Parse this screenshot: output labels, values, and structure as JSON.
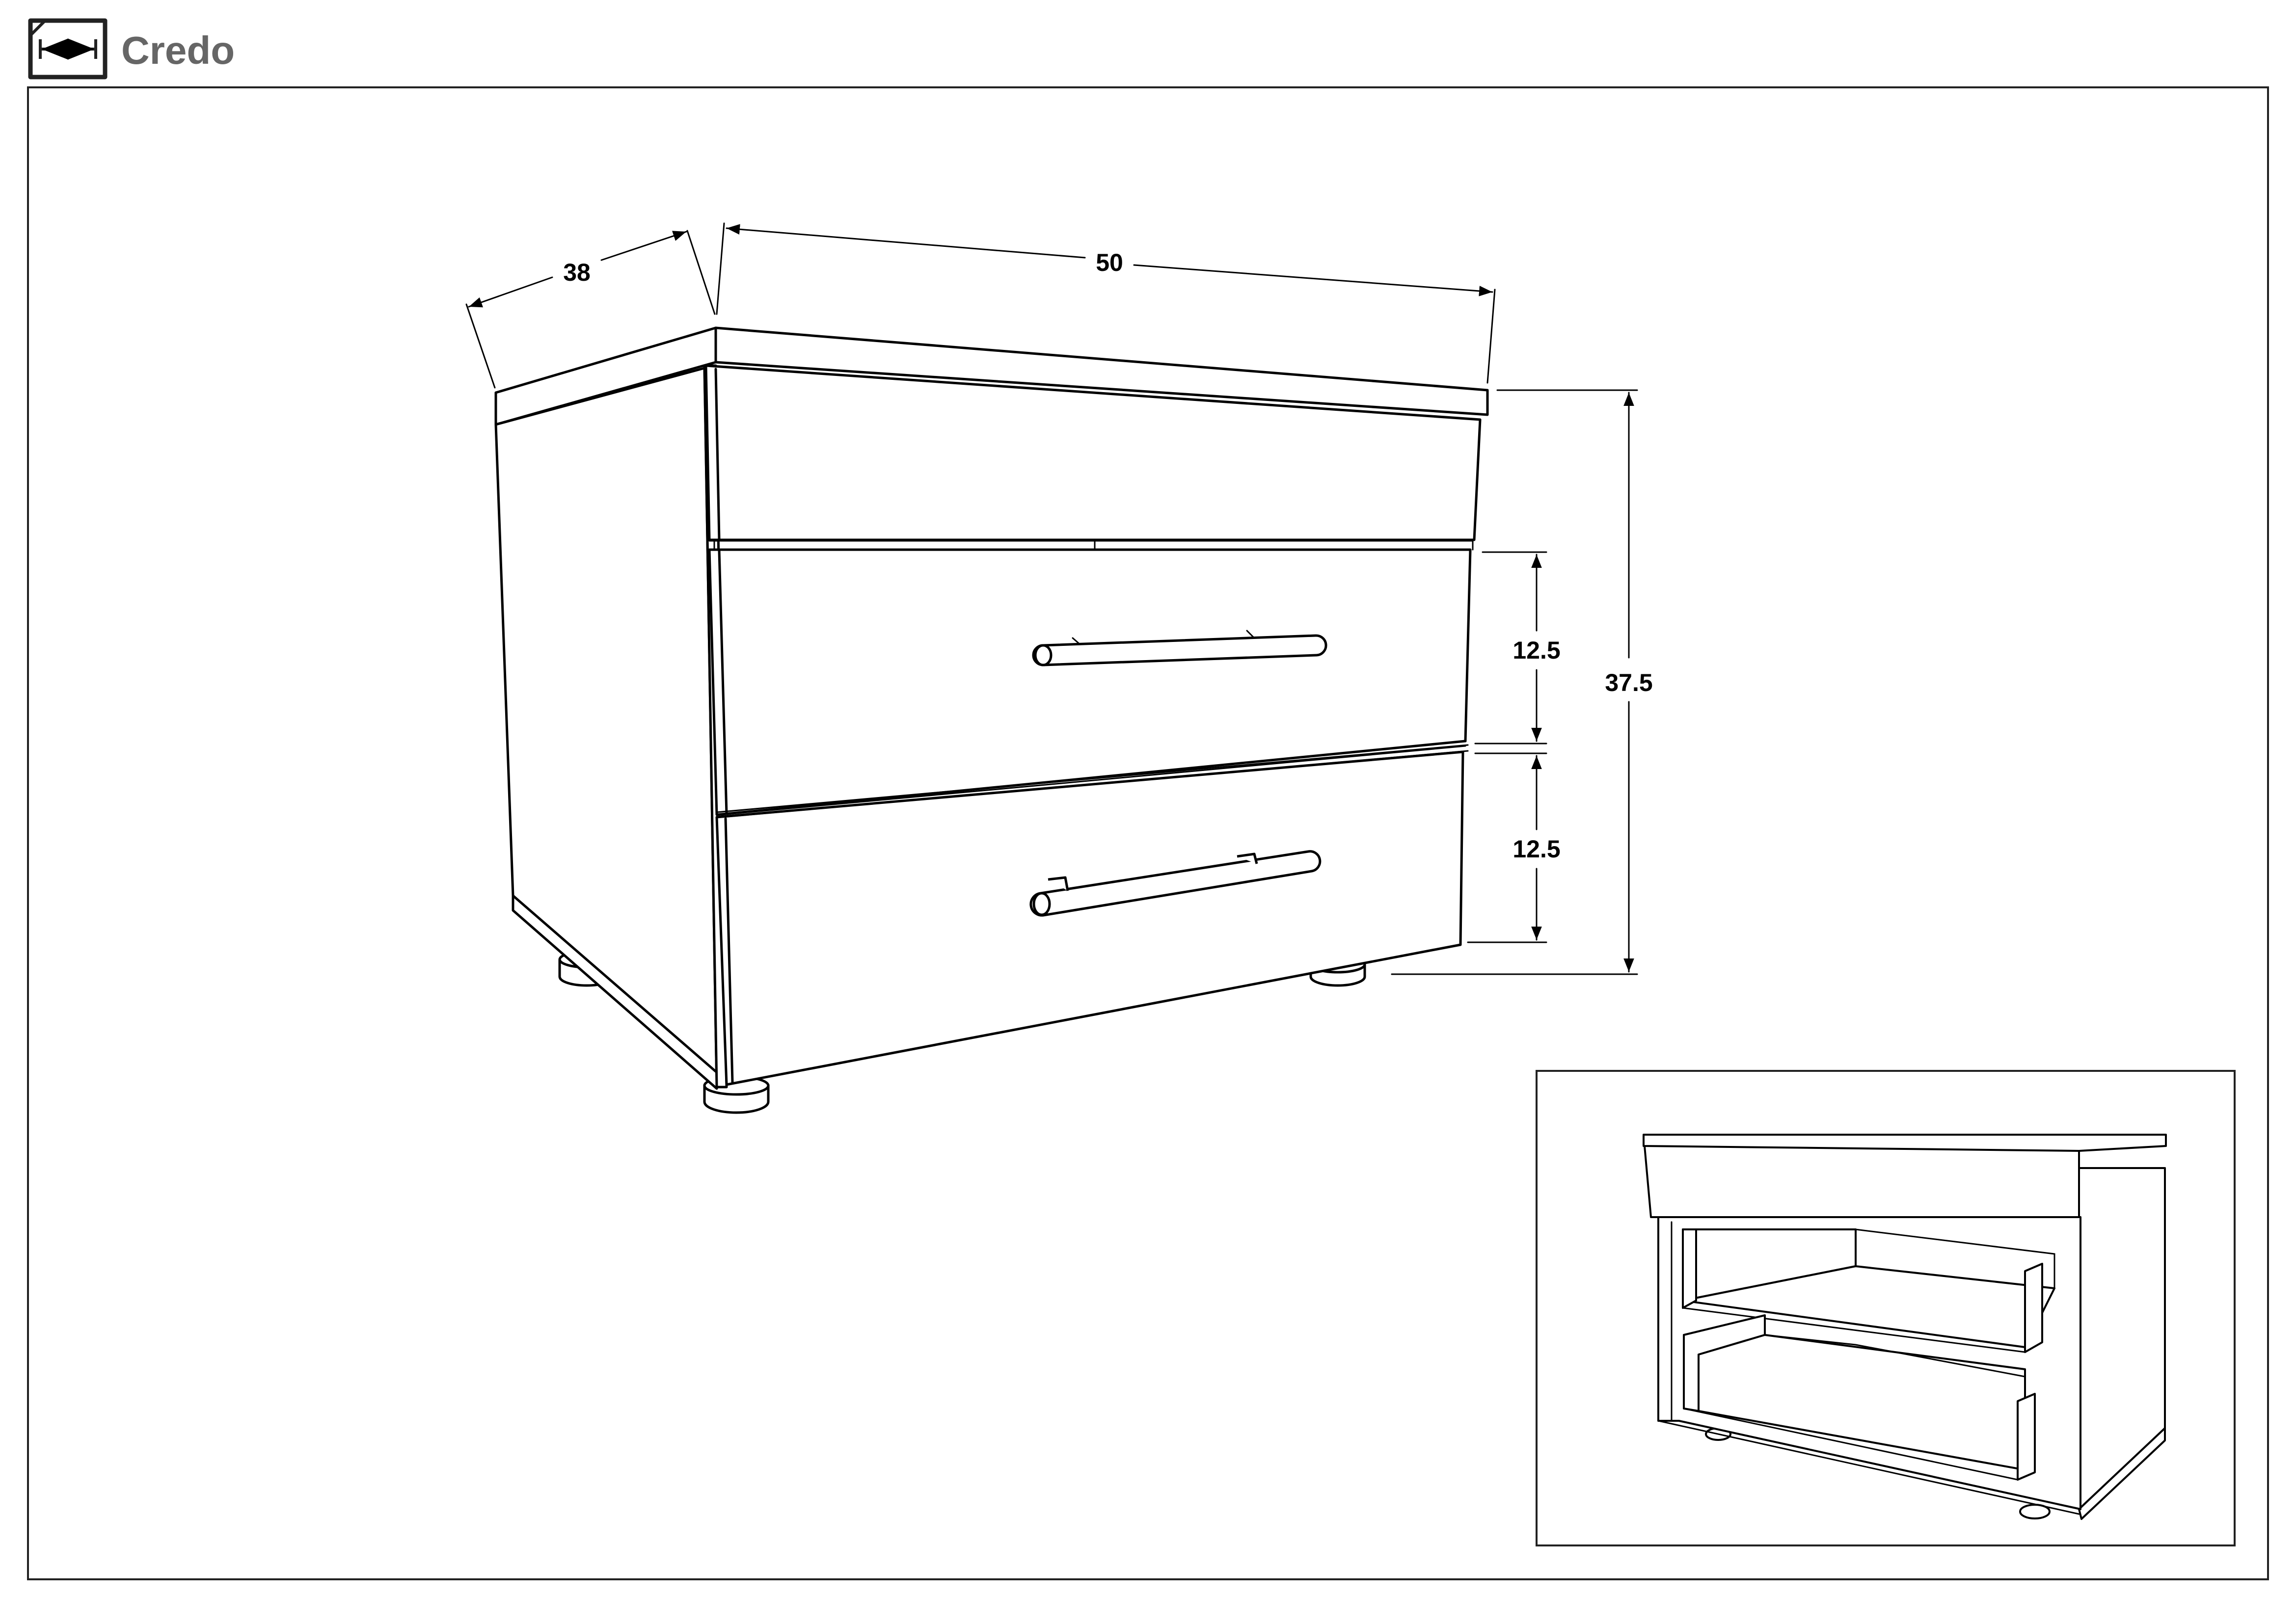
{
  "header": {
    "title": "Credo",
    "icon": "dimension-icon"
  },
  "dimensions": {
    "depth": "38",
    "width": "50",
    "height": "37.5",
    "upper_drawer": "12.5",
    "lower_drawer": "12.5"
  },
  "colors": {
    "line": "#000000",
    "title": "#666666",
    "background": "#ffffff"
  }
}
